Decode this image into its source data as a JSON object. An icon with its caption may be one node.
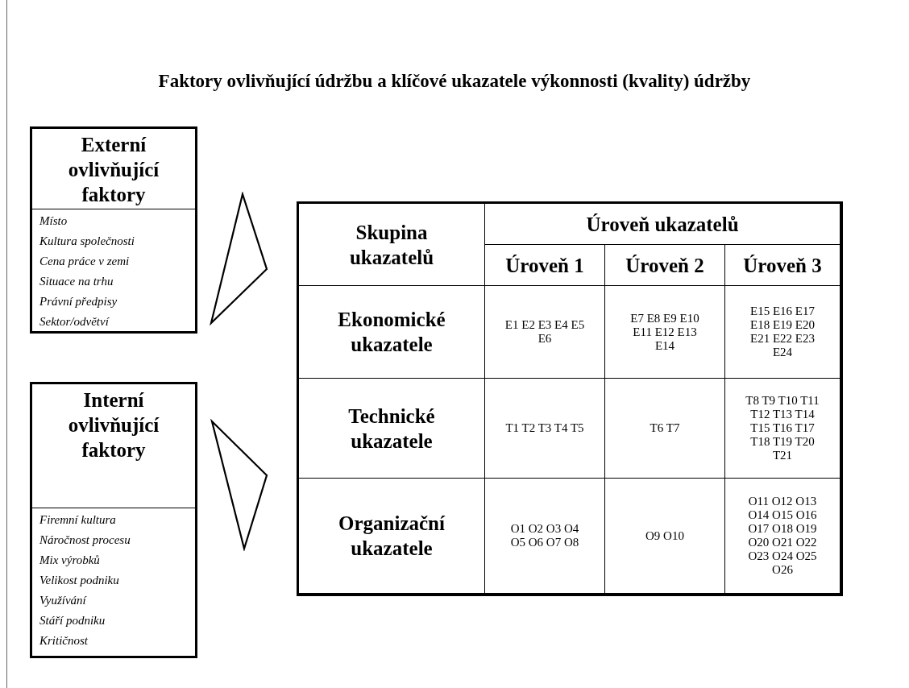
{
  "diagram": {
    "title": "Faktory ovlivňující údržbu a klíčové ukazatele výkonnosti (kvality) údržby",
    "nodes": [
      {
        "text": [
          "Externí ovlivňující faktory",
          "Místo",
          "Kultura společnosti",
          "Cena práce v zemi",
          "Situace na trhu",
          "Právní předpisy",
          "Sektor/odvětví"
        ]
      },
      {
        "text": [
          "Interní ovlivňující faktory",
          "Firemní kultura",
          "Náročnost procesu",
          "Mix výrobků",
          "Velikost podniku",
          "Využívání",
          "Stáří podniku",
          "Kritičnost"
        ]
      },
      {
        "text": [],
        "shape": "triangle"
      },
      {
        "text": [],
        "shape": "triangle"
      },
      {
        "text": [],
        "shape": "box"
      }
    ],
    "labels": [
      "Skupina ukazatelů",
      "Úroveň ukazatelů",
      "Úroveň 1",
      "Úroveň 2",
      "Úroveň 3",
      "Ekonomické ukazatele",
      "E1 E2 E3 E4 E5 E6",
      "E7 E8 E9 E10 E11 E12 E13 E14",
      "E15 E16 E17 E18 E19 E20 E21 E22 E23 E24",
      "Technické ukazatele",
      "T1 T2 T3 T4 T5",
      "T6 T7",
      "T8 T9 T10 T11 T12 T13 T14 T15 T16 T17 T18 T19 T20 T21",
      "Organizační ukazatele",
      "O1 O2 O3 O4 O5 O6 O7 O8",
      "O9 O10",
      "O11 O12 O13 O14 O15 O16 O17 O18 O19 O20 O21 O22 O23 O24 O25 O26"
    ]
  }
}
